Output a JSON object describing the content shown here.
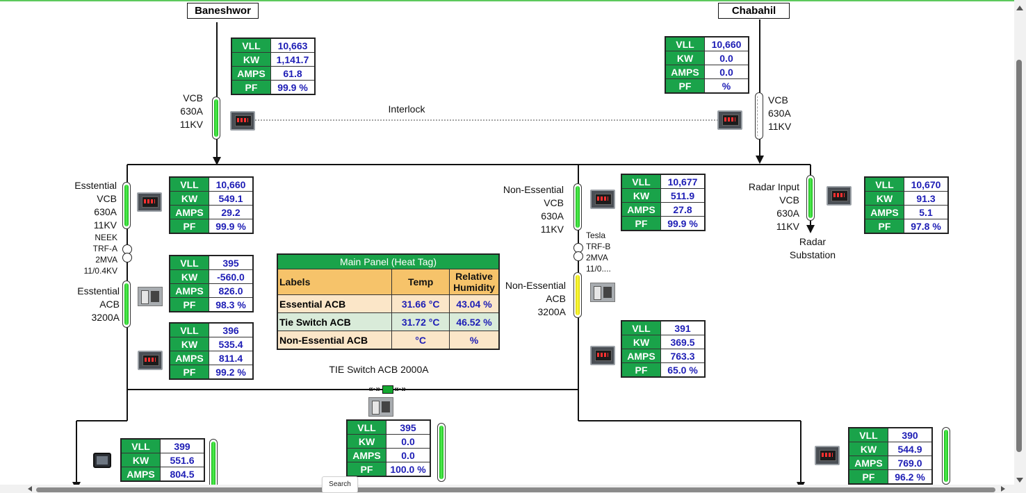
{
  "colors": {
    "green_header": "#1aa34a",
    "value_text": "#1d1db5",
    "breaker_green": "#18b818",
    "breaker_yellow": "#d8d000"
  },
  "sources": {
    "left": "Baneshwor",
    "right": "Chabahil"
  },
  "interlock_label": "Interlock",
  "breakers": {
    "vcb_left": {
      "line1": "VCB",
      "line2": "630A",
      "line3": "11KV"
    },
    "vcb_right": {
      "line1": "VCB",
      "line2": "630A",
      "line3": "11KV"
    },
    "essential_vcb": {
      "line1": "Esstential",
      "line2": "VCB",
      "line3": "630A",
      "line4": "11KV"
    },
    "non_essential_vcb": {
      "line1": "Non-Essential",
      "line2": "VCB",
      "line3": "630A",
      "line4": "11KV"
    },
    "radar_vcb": {
      "line1": "Radar Input",
      "line2": "VCB",
      "line3": "630A",
      "line4": "11KV"
    },
    "essential_acb": {
      "line1": "Esstential",
      "line2": "ACB",
      "line3": "3200A"
    },
    "non_essential_acb": {
      "line1": "Non-Essential",
      "line2": "ACB",
      "line3": "3200A"
    }
  },
  "transformers": {
    "neek": {
      "line1": "NEEK",
      "line2": "TRF-A",
      "line3": "2MVA",
      "line4": "11/0.4KV"
    },
    "tesla": {
      "line1": "Tesla",
      "line2": "TRF-B",
      "line3": "2MVA",
      "line4": "11/0...."
    }
  },
  "radar_substation": {
    "line1": "Radar",
    "line2": "Substation"
  },
  "tie_switch_label": "TIE Switch ACB 2000A",
  "meter_keys": {
    "vll": "VLL",
    "kw": "KW",
    "amps": "AMPS",
    "pf": "PF"
  },
  "meters": {
    "m1": {
      "vll": "10,663",
      "kw": "1,141.7",
      "amps": "61.8",
      "pf": "99.9 %"
    },
    "m2": {
      "vll": "10,660",
      "kw": "0.0",
      "amps": "0.0",
      "pf": "%"
    },
    "m3": {
      "vll": "10,660",
      "kw": "549.1",
      "amps": "29.2",
      "pf": "99.9 %"
    },
    "m4": {
      "vll": "10,677",
      "kw": "511.9",
      "amps": "27.8",
      "pf": "99.9 %"
    },
    "m5": {
      "vll": "10,670",
      "kw": "91.3",
      "amps": "5.1",
      "pf": "97.8 %"
    },
    "m6": {
      "vll": "395",
      "kw": "-560.0",
      "amps": "826.0",
      "pf": "98.3 %"
    },
    "m7": {
      "vll": "396",
      "kw": "535.4",
      "amps": "811.4",
      "pf": "99.2 %"
    },
    "m8": {
      "vll": "391",
      "kw": "369.5",
      "amps": "763.3",
      "pf": "65.0 %"
    },
    "m9": {
      "vll": "399",
      "kw": "551.6",
      "amps": "804.5"
    },
    "m10": {
      "vll": "395",
      "kw": "0.0",
      "amps": "0.0",
      "pf": "100.0 %"
    },
    "m11": {
      "vll": "390",
      "kw": "544.9",
      "amps": "769.0",
      "pf": "96.2 %"
    }
  },
  "heat_panel": {
    "title": "Main Panel (Heat Tag)",
    "col_labels": "Labels",
    "col_temp": "Temp",
    "col_humidity": "Relative Humidity",
    "rows": [
      {
        "label": "Essential ACB",
        "temp": "31.66 °C",
        "humidity": "43.04 %"
      },
      {
        "label": "Tie Switch ACB",
        "temp": "31.72 °C",
        "humidity": "46.52 %"
      },
      {
        "label": "Non-Essential ACB",
        "temp": "°C",
        "humidity": "%"
      }
    ]
  },
  "tooltip": "Search"
}
